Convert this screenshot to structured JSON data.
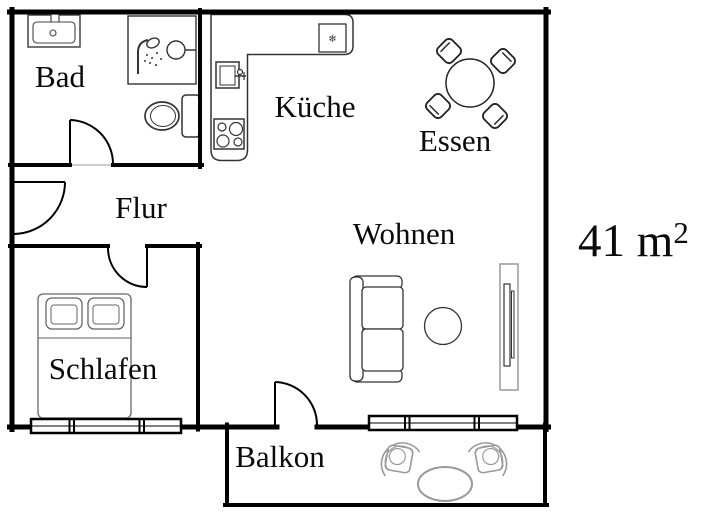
{
  "area_label": {
    "text": "41 m",
    "superscript": "2"
  },
  "rooms": {
    "bad": {
      "label": "Bad"
    },
    "kueche": {
      "label": "Küche"
    },
    "essen": {
      "label": "Essen"
    },
    "flur": {
      "label": "Flur"
    },
    "wohnen": {
      "label": "Wohnen"
    },
    "schlafen": {
      "label": "Schlafen"
    },
    "balkon": {
      "label": "Balkon"
    }
  },
  "icons": {
    "freezer_glyph": "❄"
  },
  "colors": {
    "wall": "#000000",
    "furniture": "#333333",
    "light_furniture": "#999999",
    "background": "#ffffff"
  }
}
